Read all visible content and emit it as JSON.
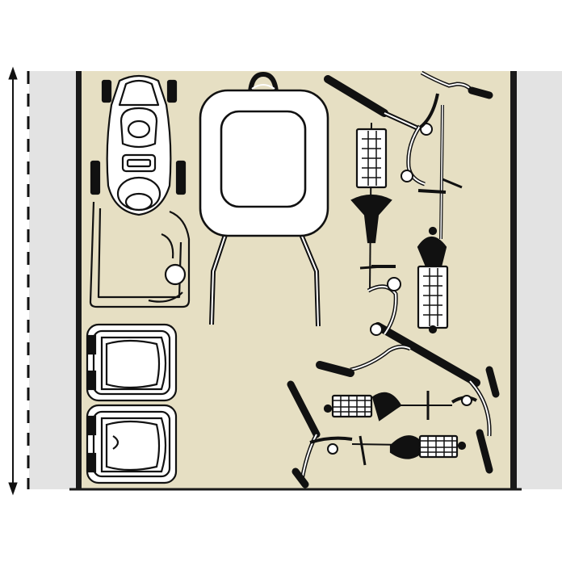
{
  "plan": {
    "dimension_label": "",
    "colors": {
      "floor": "#e6dfc3",
      "side_area": "#e3e3e3",
      "wall": "#1a1a1a",
      "outline": "#111111",
      "white": "#ffffff"
    },
    "objects": [
      {
        "name": "ride-on-mower",
        "icon": "mower-icon"
      },
      {
        "name": "chair-pool-cover",
        "icon": "cover-icon"
      },
      {
        "name": "bicycle-1",
        "icon": "bicycle-icon"
      },
      {
        "name": "bicycle-2",
        "icon": "bicycle-icon"
      },
      {
        "name": "bicycle-3",
        "icon": "bicycle-icon"
      },
      {
        "name": "bicycle-4",
        "icon": "bicycle-icon"
      },
      {
        "name": "lawn-mower-1",
        "icon": "lawn-mower-icon"
      },
      {
        "name": "lawn-mower-2",
        "icon": "lawn-mower-icon"
      }
    ]
  }
}
